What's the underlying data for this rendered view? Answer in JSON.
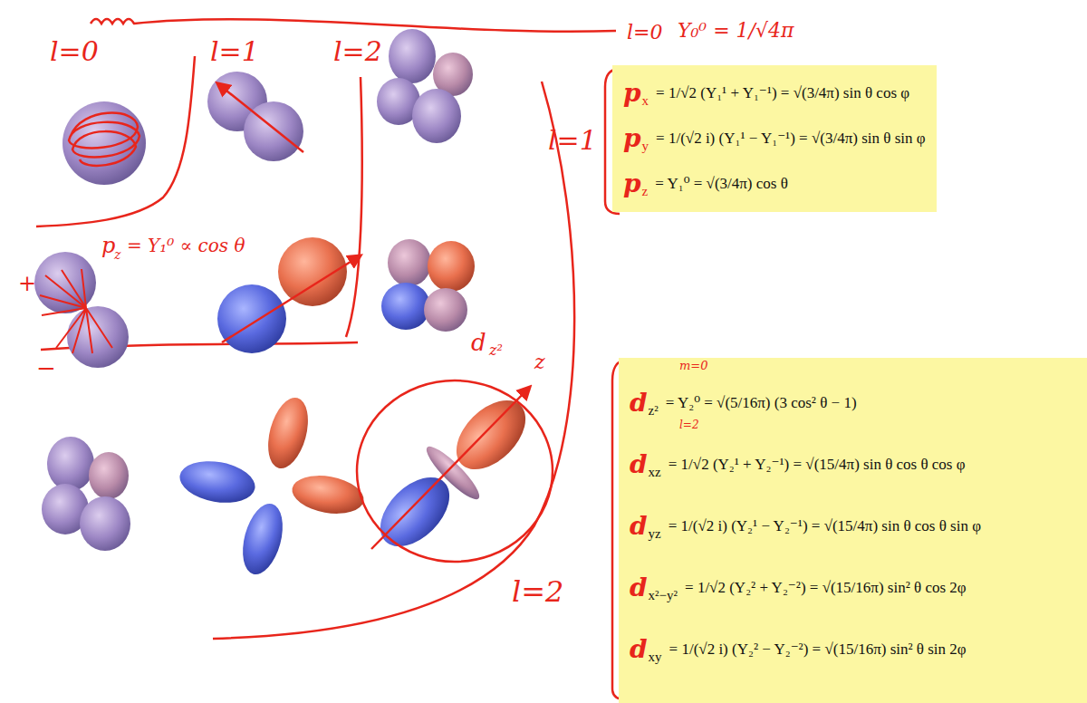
{
  "diagram": {
    "nodes": [
      {
        "text": [
          "p",
          "x",
          "= 1/√2 (Y₁¹ + Y₁⁻¹) = √(3/4π) sin θ cos φ",
          "p",
          "y",
          "= 1/(√2 i) (Y₁¹ − Y₁⁻¹) = √(3/4π) sin θ sin φ",
          "p",
          "z",
          "= Y₁⁰ = √(3/4π) cos θ"
        ]
      },
      {
        "text": [
          "d",
          "z²",
          "= Y₂⁰ = √(5/16π) (3 cos² θ − 1)",
          "d",
          "xz",
          "= 1/√2 (Y₂¹ + Y₂⁻¹) = √(15/4π) sin θ cos θ cos φ",
          "d",
          "yz",
          "= 1/(√2 i) (Y₂¹ − Y₂⁻¹) = √(15/4π) sin θ cos θ sin φ",
          "d",
          "x²−y²",
          "= 1/√2 (Y₂² + Y₂⁻²) = √(15/16π) sin² θ cos 2φ",
          "d",
          "xy",
          "= 1/(√2 i) (Y₂² − Y₂⁻²) = √(15/16π) sin² θ sin 2φ"
        ]
      }
    ],
    "labels": [
      "l=0",
      "l=1",
      "l=2",
      "l=0",
      "Y₀⁰ = 1/√4π",
      "l=1",
      "l=2",
      "m=0",
      "l=2",
      "d",
      "z²",
      "z",
      "p",
      "z",
      "= Y₁⁰ ∝ cos θ",
      "+",
      "−"
    ]
  }
}
